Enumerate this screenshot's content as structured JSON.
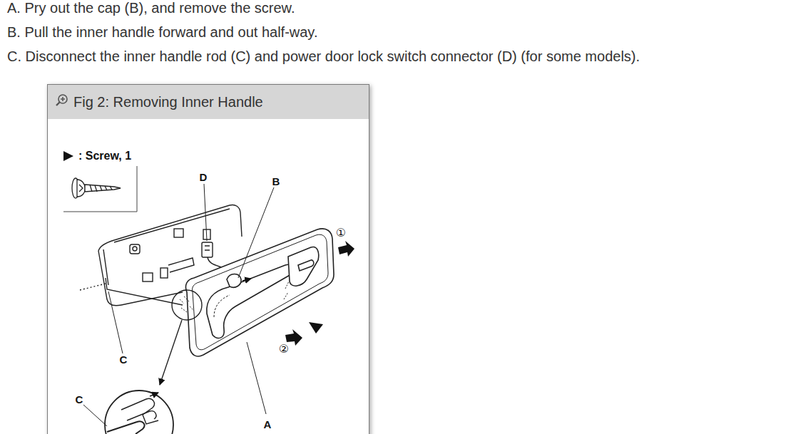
{
  "diagram": {
    "nodes": [
      {
        "text": [
          "Fig 2: Removing Inner Handle"
        ]
      }
    ],
    "labels": [
      "A. Pry out the cap (B), and remove the screw.",
      "B. Pull the inner handle forward and out half-way.",
      "C. Disconnect the inner handle rod (C) and power door lock switch connector (D) (for some models).",
      "D",
      "B",
      "①",
      "②",
      "C",
      "C",
      "A"
    ],
    "legend": [
      {
        "text": ": Screw, 1"
      }
    ]
  }
}
